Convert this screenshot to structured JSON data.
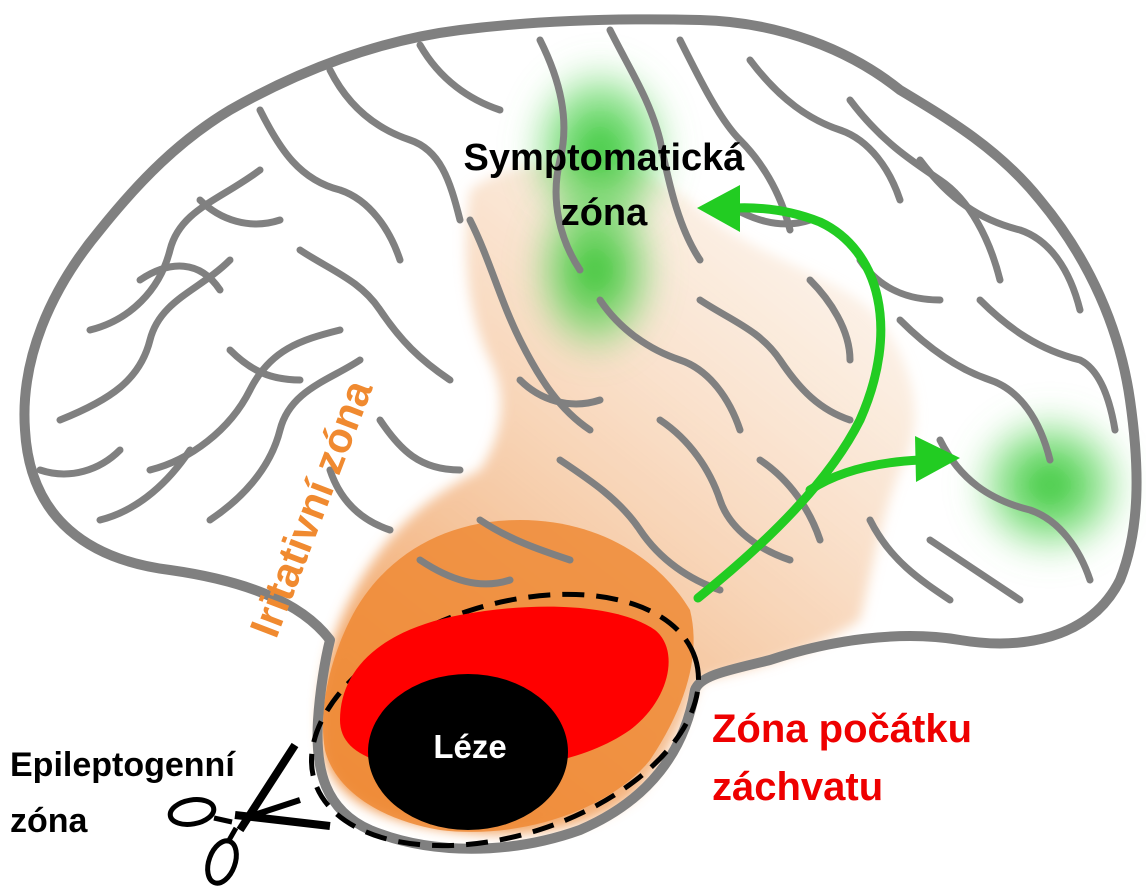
{
  "labels": {
    "symptomatic_line1": "Symptomatická",
    "symptomatic_line2": "zóna",
    "irritative": "Iritativní zóna",
    "lesion": "Léze",
    "onset_line1": "Zóna počátku",
    "onset_line2": "záchvatu",
    "epileptogenic_line1": "Epileptogenní",
    "epileptogenic_line2": "zóna"
  },
  "colors": {
    "outline": "#808080",
    "irritative": "#f0a05a",
    "onset": "#ff0000",
    "lesion": "#000000",
    "symptomatic": "#22c422",
    "arrow": "#22cc22",
    "label_irritative": "#f08a30",
    "label_onset": "#ee0000",
    "label_default": "#000000",
    "lesion_text": "#ffffff"
  },
  "icons": {
    "scissors": "scissors-icon"
  }
}
